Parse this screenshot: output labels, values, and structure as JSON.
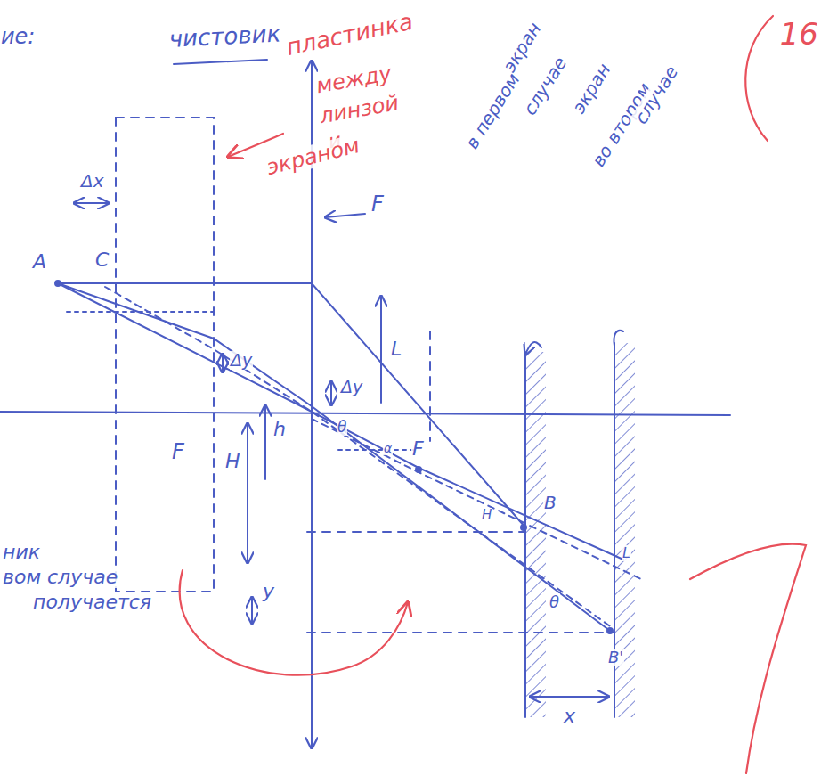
{
  "diagram": {
    "title": "чистовик",
    "labels": [
      "ие:",
      "пластинка",
      "между",
      "линзой",
      "и",
      "экраном",
      "экран",
      "в первом",
      "случае",
      "экран",
      "во втором",
      "случае",
      "16",
      "Δx",
      "A",
      "C",
      "Δy",
      "Δy",
      "F",
      "L",
      "h",
      "H",
      "F",
      "F",
      "θ",
      "α",
      "B",
      "H",
      "L",
      "θ",
      "B'",
      "x",
      "y",
      "ник",
      "вом случае",
      "получается"
    ]
  }
}
